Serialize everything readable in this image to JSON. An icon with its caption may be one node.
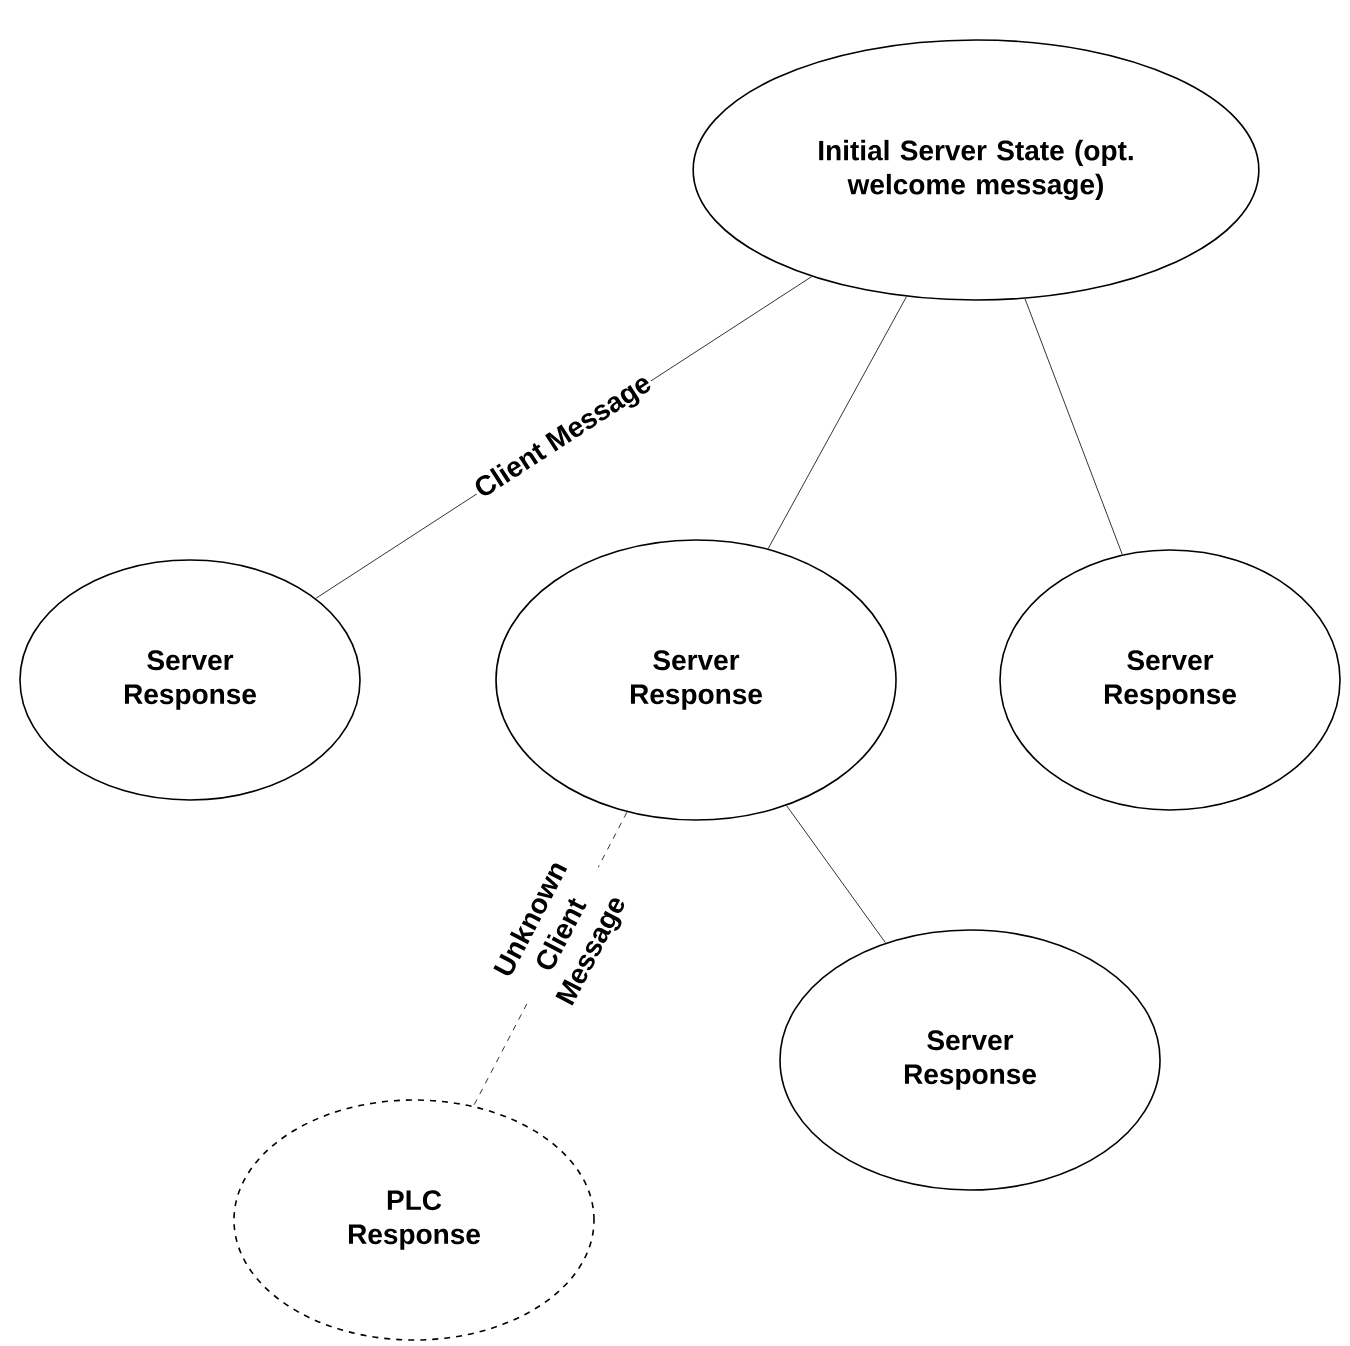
{
  "diagram": {
    "nodes": [
      {
        "text": [
          "Initial Server State (opt. welcome message)"
        ]
      },
      {
        "text": [
          "Server Response"
        ]
      },
      {
        "text": [
          "Server Response"
        ]
      },
      {
        "text": [
          "Server Response"
        ]
      },
      {
        "text": [
          "Server Response"
        ]
      },
      {
        "text": [
          "PLC Response"
        ]
      }
    ],
    "edges": [
      {
        "from": 0,
        "to": 1,
        "arrow": "none",
        "label": "Client Message"
      },
      {
        "from": 0,
        "to": 2,
        "arrow": "none"
      },
      {
        "from": 0,
        "to": 3,
        "arrow": "none"
      },
      {
        "from": 2,
        "to": 4,
        "arrow": "none"
      },
      {
        "from": 2,
        "to": 5,
        "arrow": "none",
        "style": "dashed",
        "label": "Unknown Client Message"
      }
    ]
  }
}
